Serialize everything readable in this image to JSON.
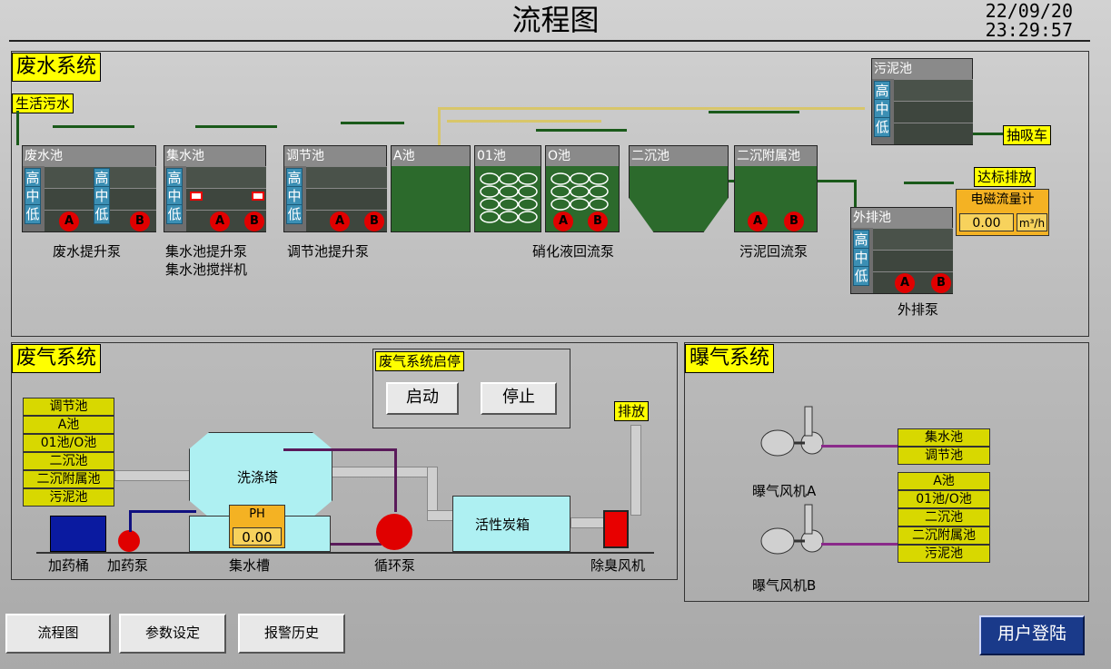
{
  "header": {
    "title": "流程图",
    "date": "22/09/20",
    "time": "23:29:57"
  },
  "wastewater": {
    "label": "废水系统",
    "domestic_label": "生活污水",
    "tanks": {
      "feishui": "废水池",
      "jishui": "集水池",
      "tiaojie": "调节池",
      "a_pool": "A池",
      "o1_pool": "01池",
      "o_pool": "O池",
      "erchen": "二沉池",
      "erchen_fushu": "二沉附属池",
      "sludge": "污泥池",
      "outfall": "外排池"
    },
    "levels": {
      "high": "高",
      "mid": "中",
      "low": "低"
    },
    "pump_a": "A",
    "pump_b": "B",
    "captions": {
      "feishui_pump": "废水提升泵",
      "jishui_pump": "集水池提升泵",
      "jishui_mixer": "集水池搅拌机",
      "tiaojie_pump": "调节池提升泵",
      "nitrify_pump": "硝化液回流泵",
      "sludge_return": "污泥回流泵",
      "outfall_pump": "外排泵"
    },
    "suction_truck": "抽吸车",
    "discharge_ok": "达标排放",
    "flowmeter": {
      "label": "电磁流量计",
      "value": "0.00",
      "unit": "m³/h"
    }
  },
  "exhaust": {
    "label": "废气系统",
    "sources": [
      "调节池",
      "A池",
      "01池/O池",
      "二沉池",
      "二沉附属池",
      "污泥池"
    ],
    "start_stop": {
      "label": "废气系统启停",
      "start": "启动",
      "stop": "停止"
    },
    "discharge": "排放",
    "scrubber": "洗涤塔",
    "ph": {
      "label": "PH",
      "value": "0.00"
    },
    "carbon_box": "活性炭箱",
    "captions": {
      "dosing_tank": "加药桶",
      "dosing_pump": "加药泵",
      "sump": "集水槽",
      "circ_pump": "循环泵",
      "fan": "除臭风机"
    }
  },
  "aeration": {
    "label": "曝气系统",
    "blower_a": "曝气风机A",
    "blower_b": "曝气风机B",
    "targets": [
      "集水池",
      "调节池",
      "A池",
      "01池/O池",
      "二沉池",
      "二沉附属池",
      "污泥池"
    ]
  },
  "nav": {
    "flow": "流程图",
    "params": "参数设定",
    "alarms": "报警历史",
    "login": "用户登陆"
  },
  "colors": {
    "pump_running": "#e00000",
    "level": "#3b8fb4",
    "label_bg": "#ffff00",
    "pipe": "#1a5a1a"
  }
}
